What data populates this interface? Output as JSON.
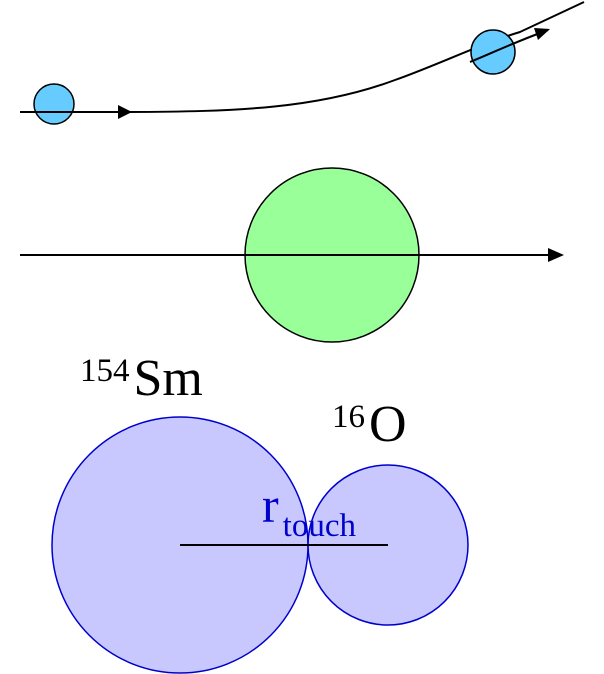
{
  "labels": {
    "sm_mass": "154",
    "sm_symbol": "Sm",
    "o_mass": "16",
    "o_symbol": "O",
    "r_main": "r",
    "r_sub": "touch"
  },
  "colors": {
    "small_ball_fill": "#66ccff",
    "medium_ball_fill": "#99ff99",
    "nucleus_fill": "#c8c8ff",
    "nucleus_stroke": "#0000cc",
    "r_label": "#0000cc",
    "line": "#000000"
  }
}
